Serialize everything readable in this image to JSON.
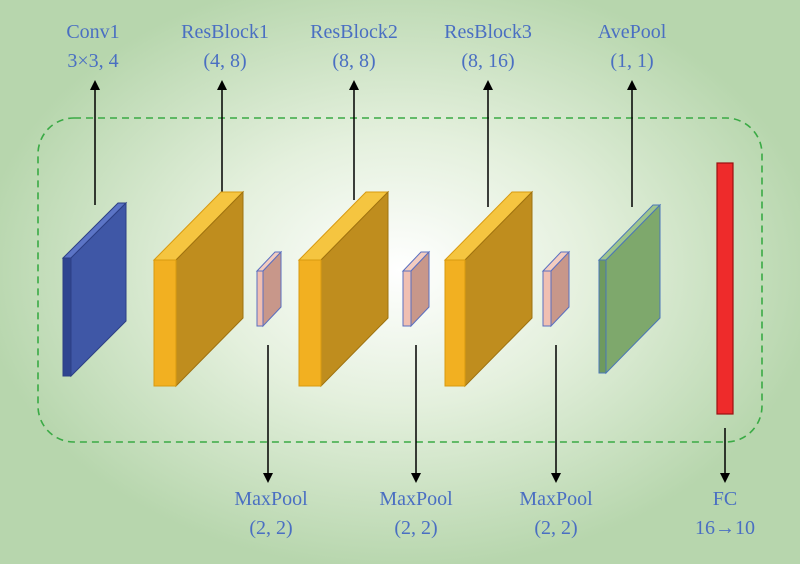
{
  "colors": {
    "conv": "#3f57a6",
    "resblock": "#f0b020",
    "maxpool": "#e7b3a3",
    "avepool": "#7ea86c",
    "fc": "#ee2b2b",
    "label_text": "#4a6fc2",
    "dashed_border": "#3aaa45"
  },
  "top_labels": [
    {
      "name": "Conv1",
      "params": "3×3, 4"
    },
    {
      "name": "ResBlock1",
      "params": "(4, 8)"
    },
    {
      "name": "ResBlock2",
      "params": "(8, 8)"
    },
    {
      "name": "ResBlock3",
      "params": "(8, 16)"
    },
    {
      "name": "AvePool",
      "params": "(1, 1)"
    }
  ],
  "bottom_labels": [
    {
      "name": "MaxPool",
      "params": "(2, 2)"
    },
    {
      "name": "MaxPool",
      "params": "(2, 2)"
    },
    {
      "name": "MaxPool",
      "params": "(2, 2)"
    },
    {
      "name": "FC",
      "params": "16→10"
    }
  ]
}
